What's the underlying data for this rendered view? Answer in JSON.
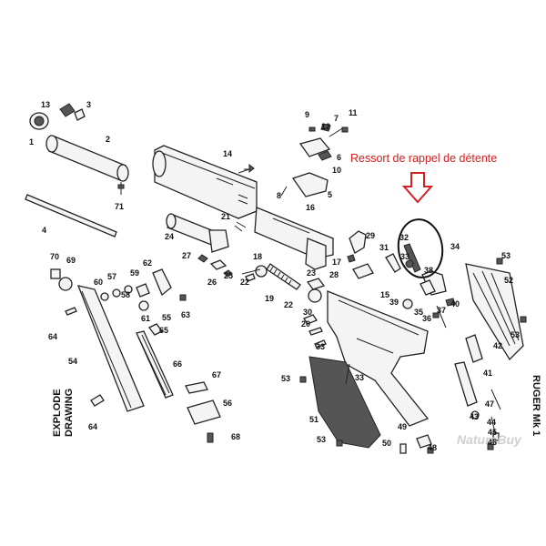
{
  "annotation": {
    "text": "Ressort  de rappel de détente",
    "color": "#d42020"
  },
  "side_left": [
    "EXPLODE",
    "DRAWING"
  ],
  "side_right": "RUGER Mk 1",
  "watermark": "NaturaBuy",
  "labels": [
    {
      "id": "p1",
      "text": "1"
    },
    {
      "id": "p13",
      "text": "13"
    },
    {
      "id": "p3",
      "text": "3"
    },
    {
      "id": "p2",
      "text": "2"
    },
    {
      "id": "p71",
      "text": "71"
    },
    {
      "id": "p4",
      "text": "4"
    },
    {
      "id": "p14",
      "text": "14"
    },
    {
      "id": "p9",
      "text": "9"
    },
    {
      "id": "p12",
      "text": "12"
    },
    {
      "id": "p7",
      "text": "7"
    },
    {
      "id": "p11",
      "text": "11"
    },
    {
      "id": "p6",
      "text": "6"
    },
    {
      "id": "p10",
      "text": "10"
    },
    {
      "id": "p8",
      "text": "8"
    },
    {
      "id": "p5",
      "text": "5"
    },
    {
      "id": "p16",
      "text": "16"
    },
    {
      "id": "p21",
      "text": "21"
    },
    {
      "id": "p24",
      "text": "24"
    },
    {
      "id": "p27",
      "text": "27"
    },
    {
      "id": "p25",
      "text": "25"
    },
    {
      "id": "p26",
      "text": "26"
    },
    {
      "id": "p18",
      "text": "18"
    },
    {
      "id": "p22a",
      "text": "22"
    },
    {
      "id": "p19",
      "text": "19"
    },
    {
      "id": "p22b",
      "text": "22"
    },
    {
      "id": "p23",
      "text": "23"
    },
    {
      "id": "p29",
      "text": "29"
    },
    {
      "id": "p17",
      "text": "17"
    },
    {
      "id": "p28",
      "text": "28"
    },
    {
      "id": "p31",
      "text": "31"
    },
    {
      "id": "p32",
      "text": "32"
    },
    {
      "id": "p33t",
      "text": "33"
    },
    {
      "id": "p38",
      "text": "38"
    },
    {
      "id": "p34",
      "text": "34"
    },
    {
      "id": "p53a",
      "text": "53"
    },
    {
      "id": "p52",
      "text": "52"
    },
    {
      "id": "p70",
      "text": "70"
    },
    {
      "id": "p69",
      "text": "69"
    },
    {
      "id": "p60",
      "text": "60"
    },
    {
      "id": "p57",
      "text": "57"
    },
    {
      "id": "p59",
      "text": "59"
    },
    {
      "id": "p62",
      "text": "62"
    },
    {
      "id": "p58",
      "text": "58"
    },
    {
      "id": "p61",
      "text": "61"
    },
    {
      "id": "p55",
      "text": "55"
    },
    {
      "id": "p63",
      "text": "63"
    },
    {
      "id": "p65",
      "text": "65"
    },
    {
      "id": "p15",
      "text": "15"
    },
    {
      "id": "p39",
      "text": "39"
    },
    {
      "id": "p35",
      "text": "35"
    },
    {
      "id": "p36",
      "text": "36"
    },
    {
      "id": "p40",
      "text": "40"
    },
    {
      "id": "p37",
      "text": "37"
    },
    {
      "id": "p30",
      "text": "30"
    },
    {
      "id": "p20",
      "text": "20"
    },
    {
      "id": "p33a",
      "text": "33"
    },
    {
      "id": "p64a",
      "text": "64"
    },
    {
      "id": "p54",
      "text": "54"
    },
    {
      "id": "p66",
      "text": "66"
    },
    {
      "id": "p67",
      "text": "67"
    },
    {
      "id": "p56",
      "text": "56"
    },
    {
      "id": "p64b",
      "text": "64"
    },
    {
      "id": "p68",
      "text": "68"
    },
    {
      "id": "p53b",
      "text": "53"
    },
    {
      "id": "p33b",
      "text": "33"
    },
    {
      "id": "p51",
      "text": "51"
    },
    {
      "id": "p53c",
      "text": "53"
    },
    {
      "id": "p50",
      "text": "50"
    },
    {
      "id": "p49",
      "text": "49"
    },
    {
      "id": "p48",
      "text": "48"
    },
    {
      "id": "p42",
      "text": "42"
    },
    {
      "id": "p41",
      "text": "41"
    },
    {
      "id": "p47",
      "text": "47"
    },
    {
      "id": "p43",
      "text": "43"
    },
    {
      "id": "p44",
      "text": "44"
    },
    {
      "id": "p45",
      "text": "45"
    },
    {
      "id": "p46",
      "text": "46"
    },
    {
      "id": "p53d",
      "text": "53"
    }
  ]
}
